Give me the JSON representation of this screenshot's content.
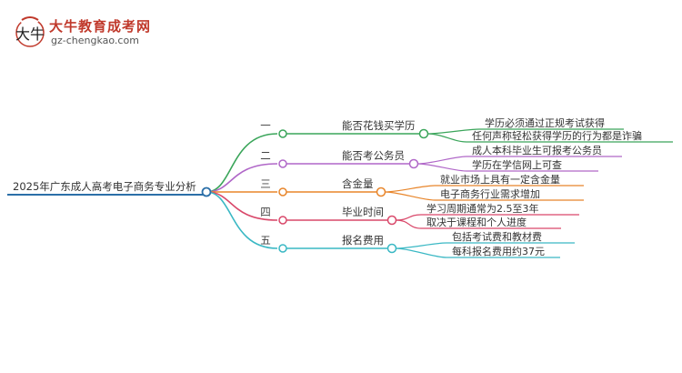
{
  "logo": {
    "title": "大牛教育成考网",
    "url": "gz-chengkao.com",
    "icon": "bull-logo-icon"
  },
  "root": {
    "label": "2025年广东成人高考电子商务专业分析",
    "color": "#2b6fa8"
  },
  "branches": [
    {
      "index": "一",
      "label": "能否花钱买学历",
      "color": "#3aa55a",
      "leaves": [
        "学历必须通过正规考试获得",
        "任何声称轻松获得学历的行为都是诈骗"
      ]
    },
    {
      "index": "二",
      "label": "能否考公务员",
      "color": "#b067c8",
      "leaves": [
        "成人本科毕业生可报考公务员",
        "学历在学信网上可查"
      ]
    },
    {
      "index": "三",
      "label": "含金量",
      "color": "#e8852a",
      "leaves": [
        "就业市场上具有一定含金量",
        "电子商务行业需求增加"
      ]
    },
    {
      "index": "四",
      "label": "毕业时间",
      "color": "#d9486a",
      "leaves": [
        "学习周期通常为2.5至3年",
        "取决于课程和个人进度"
      ]
    },
    {
      "index": "五",
      "label": "报名费用",
      "color": "#3ab8c4",
      "leaves": [
        "包括考试费和教材费",
        "每科报名费用约37元"
      ]
    }
  ]
}
